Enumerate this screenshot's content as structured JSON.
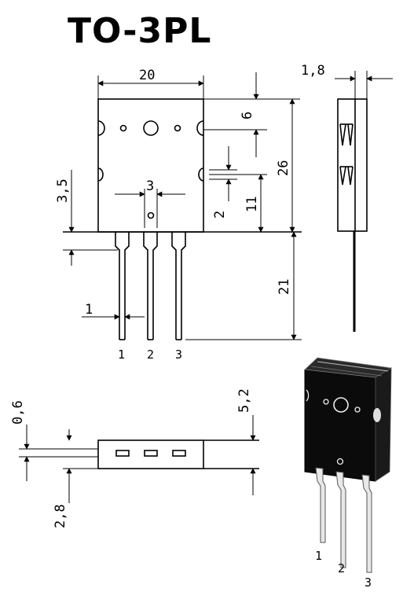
{
  "title": "TO-3PL",
  "front_view": {
    "width": "20",
    "hole_offset": "6",
    "body_height": "26",
    "lead_pitch": "3",
    "hole_to_lead": "3,5",
    "pin_gap": "2",
    "lower_height": "11",
    "lead_length": "21",
    "lead_width": "1",
    "pins": [
      "1",
      "2",
      "3"
    ]
  },
  "side_view": {
    "thickness": "1,8"
  },
  "bottom_view": {
    "lead_thickness": "0,6",
    "lead_offset": "2,8",
    "body_depth": "5,2"
  },
  "photo": {
    "pins": [
      "1",
      "2",
      "3"
    ]
  }
}
